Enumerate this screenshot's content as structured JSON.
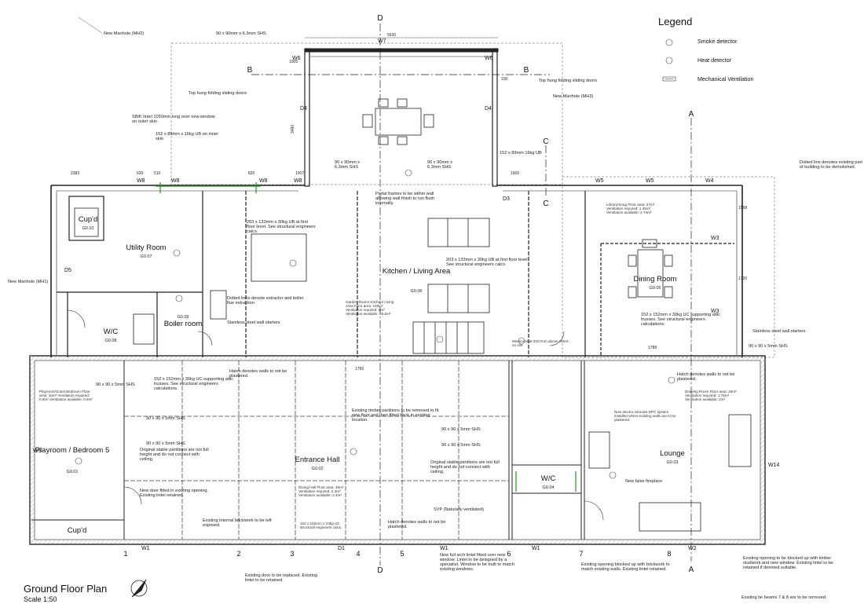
{
  "title": "Ground Floor Plan",
  "scale": "Scale 1:50",
  "legend": {
    "title": "Legend",
    "items": [
      {
        "label": "Smoke detector",
        "icon": "smoke-detector-icon"
      },
      {
        "label": "Heat detector",
        "icon": "heat-detector-icon"
      },
      {
        "label": "Mechanical Ventilation",
        "icon": "mechanical-ventilation-icon"
      }
    ]
  },
  "rooms": [
    {
      "name": "Cup'd",
      "code": "G0.10"
    },
    {
      "name": "Utility Room",
      "code": "G0.07"
    },
    {
      "name": "W/C",
      "code": "G0.08"
    },
    {
      "name": "Boiler room",
      "code": "G0.09"
    },
    {
      "name": "Kitchen / Living Area",
      "code": "G0.06"
    },
    {
      "name": "Dining Room",
      "code": "G0.05"
    },
    {
      "name": "Playroom / Bedroom 5",
      "code": "G0.01"
    },
    {
      "name": "Entrance Hall",
      "code": "G0.02"
    },
    {
      "name": "W/C",
      "code": "G0.04"
    },
    {
      "name": "Lounge",
      "code": "G0.03"
    },
    {
      "name": "Cup'd",
      "code": ""
    }
  ],
  "section_marks": {
    "a": "A",
    "b": "B",
    "c": "C",
    "d": "D"
  },
  "grid_labels": [
    "1",
    "2",
    "3",
    "4",
    "5",
    "6",
    "7",
    "8"
  ],
  "notes": {
    "new_manhole_mh2": "New Manhole (MH2)",
    "new_manhole_mh3": "New Manhole (MH3)",
    "new_manhole_mh1": "New Manhole (MH1)",
    "shs_top": "90 x 90mm x 6.3mm SHS",
    "top_hung_left": "Top hung folding sliding doors",
    "top_hung_right": "Top hung folding sliding doors",
    "sbk_lintel": "SB/K lintel 1050mm long over new window on outer skin.",
    "ub_152": "152 x 89mm x 16kg UB on inner skin",
    "ub_152_right": "152 x 89mm 16kg UB",
    "shs_mid_left": "90 x 90mm x 6.3mm SHS",
    "shs_mid_right": "90 x 90mm x 6.3mm SHS",
    "portal_frames": "Portal frames to be within wall allowing wall finish to run flush internally.",
    "dotted_line": "Dotted line denotes existing part of building to be demolished.",
    "ub_203_a": "203 x 133mm x 30kg UB at first floor level. See structural engineers calcs.",
    "ub_203_b": "203 x 133mm x 30kg UB at first floor level. See structural engineers calcs.",
    "dotted_extractor": "Dotted lines denote extractor and boiler flue extraction",
    "stainless_left": "Stainless steel wall starters",
    "stainless_right": "Stainless steel wall starters",
    "uc_right": "152 x 152mm x 30kg UC supporting attic trusses. See structural engineers calculations.",
    "shs_right": "90 x 90 x 5mm SHS",
    "hatch_upper": "Hatch denotes walls to not be plastered.",
    "uc_left": "152 x 152mm x 30kg UC supporting attic trusses. See structural engineers calculations.",
    "shs_5mm_a": "90 x 90 x 5mm SHS",
    "shs_5mm_b": "90 x 90 x 5mm SHS",
    "shs_5mm_c": "90 x 90 x 5mm SHS",
    "shs_5mm_d": "90 x 90 x 5mm SHS",
    "timber_partitions": "Existing timber partitions to be removed to fit new floor and then fitted back in existing location.",
    "stable_left": "Original stable partitions are not full height and do not connect with ceiling.",
    "stable_right": "Original stable partitions are not full height and do not connect with ceiling.",
    "new_door": "New door fitted in existing opening. Existing lintel retained.",
    "brickwork_exposed": "Existing internal brickwork to be left exposed.",
    "svp": "SVP (Naturally ventilated)",
    "hatch_lower": "Hatch denotes walls to not be plastered.",
    "hatch_lounge": "Hatch denotes walls to not be plastered.",
    "false_fireplace": "New false fireplace",
    "arch_lintel": "New full arch lintel fitted over new window. Lintel to be designed by a specialist. Window to be built to match existing windows.",
    "door_replaced": "Existing door to be replaced. Existing lintel to be retained.",
    "blocked_up": "Existing opening blocked up with brickwork to match existing walls. Existing lintel retained.",
    "blocked_studwork": "Existing opening to be blocked up with timber studwork and new window. Existing lintel to be retained if deemed suitable.",
    "tie_beams": "Existing tie beams 7 & 8 are to be removed.",
    "playroom_data": "Playroom/Guest Bedroom Floor area: 16m² Ventilation required: 0.8m² Ventilation available: 0.8m²",
    "dining_hall_data": "Dining Hall Floor area: 46m² Ventilation required: 2.3m² Ventilation available: 2.4m²",
    "drawing_room_data": "Drawing Room Floor area: 25m² Ventilation required: 1.75m² Ventilation available: 2m²",
    "library_data": "Library/Snug Floor area: 27m² Ventilation required: 1.35m² Ventilation available: 2.74m²",
    "garden_room_data": "Garden Room/ Kitchen/ Living Area Floor area: 100m² Ventilation required: 5m² Ventilation available: 15.6m²",
    "measured": "Measured at 2027mm above check on site",
    "dpc": "New electro osmosis DPC system installed where existing walls are to be plastered.",
    "uc_small": "152 x 152mm x 23kg UC structural engineers calcs."
  },
  "wall_tags": {
    "w1": "W1",
    "w2": "W2",
    "w3": "W3",
    "w4": "W4",
    "w5": "W5",
    "w6": "W6",
    "w7": "W7",
    "w8": "W8",
    "w9": "W9",
    "w14": "W14",
    "d1": "D1",
    "d3": "D3",
    "d4": "D4",
    "d5": "D5"
  },
  "dimensions": {
    "top_width": "5630",
    "left_height": "3480",
    "dim_2383": "2383",
    "dim_1600": "1600",
    "dim_1720": "1720",
    "dim_1568": "1568",
    "dim_1788": "1788",
    "dim_1766": "1766",
    "dim_1007": "1007",
    "dim_1005": "1005",
    "dim_820": "820",
    "dim_510": "510",
    "dim_630": "630",
    "dim_100": "100"
  },
  "colors": {
    "lines": "#222222",
    "hatch": "#888888",
    "green_marks": "#1a9a1a",
    "background": "#ffffff"
  }
}
